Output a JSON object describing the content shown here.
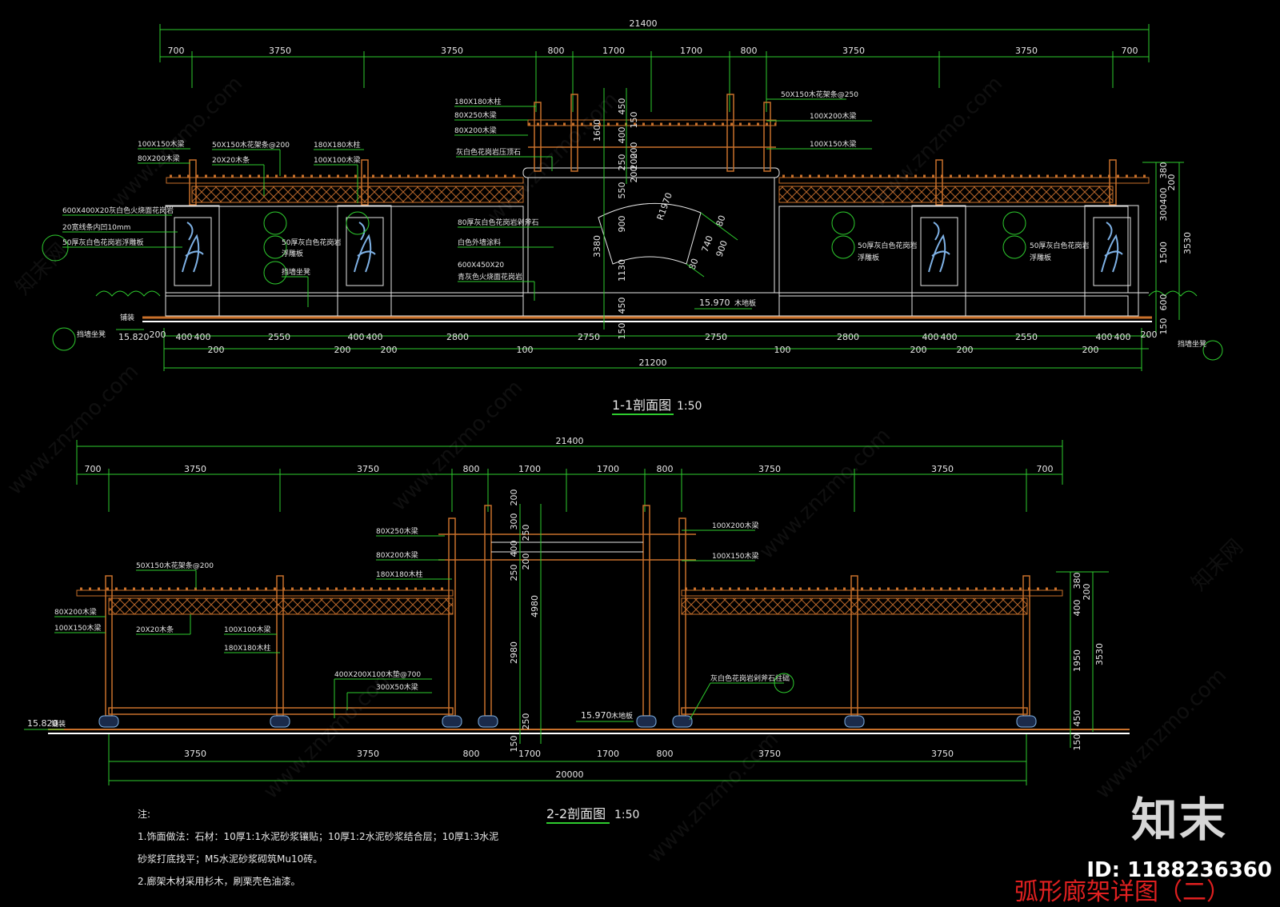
{
  "section1": {
    "title": "1-1剖面图",
    "scale": "1:50",
    "overall_top": "21400",
    "top_dims": [
      "700",
      "3750",
      "3750",
      "800",
      "1700",
      "1700",
      "800",
      "3750",
      "3750",
      "700"
    ],
    "bottom_dims": [
      "200",
      "400",
      "400",
      "2550",
      "400",
      "400",
      "2800",
      "2750",
      "2750",
      "2800",
      "400",
      "400",
      "2550",
      "400",
      "400",
      "200"
    ],
    "bottom_dims2": [
      "200",
      "200",
      "200",
      "100",
      "100",
      "200",
      "200",
      "200"
    ],
    "overall_bottom": "21200",
    "right_dims": [
      "380",
      "400",
      "300",
      "1500",
      "600",
      "200",
      "150"
    ],
    "right_total": "3530",
    "right_total2": "200",
    "center_v_dims": [
      "450",
      "150",
      "1600",
      "400",
      "250",
      "200",
      "550",
      "900",
      "3380",
      "1130",
      "450",
      "150"
    ],
    "center_v_dims2": [
      "150",
      "200",
      "200"
    ],
    "arch_dims": [
      "R1970",
      "80",
      "740",
      "900",
      "80"
    ],
    "elev_left": "15.820",
    "elev_center": "15.970",
    "floor_label": "木地板",
    "labels": {
      "l1": "100X150木梁",
      "l2": "80X200木梁",
      "l3": "50X150木花架条@200",
      "l4": "20X20木条",
      "l5": "180X180木柱",
      "l6": "100X100木梁",
      "l7": "600X400X20灰白色火烧面花岗岩",
      "l8": "20宽线条内凹10mm",
      "l9": "50厚灰白色花岗岩浮雕板",
      "l10": "50厚灰白色花岗岩",
      "l10b": "浮雕板",
      "l11": "挡墙坐凳",
      "l12": "180X180木柱",
      "l13": "80X250木梁",
      "l14": "80X200木梁",
      "l15": "灰白色花岗岩压顶石",
      "l16": "80厚灰白色花岗岩剁斧石",
      "l17": "白色外墙涂料",
      "l18": "600X450X20",
      "l18b": "青灰色火烧面花岗岩",
      "l19": "50X150木花架条@250",
      "l20": "100X200木梁",
      "l21": "100X150木梁",
      "l22": "50厚灰白色花岗岩",
      "l22b": "浮雕板",
      "l23": "50厚灰白色花岗岩",
      "l23b": "浮雕板",
      "l24": "挡墙坐凳",
      "l25": "铺装"
    }
  },
  "section2": {
    "title": "2-2剖面图",
    "scale": "1:50",
    "overall_top": "21400",
    "top_dims": [
      "700",
      "3750",
      "3750",
      "800",
      "1700",
      "1700",
      "800",
      "3750",
      "3750",
      "700"
    ],
    "bottom_dims": [
      "3750",
      "3750",
      "800",
      "1700",
      "1700",
      "800",
      "3750",
      "3750"
    ],
    "overall_bottom": "20000",
    "center_v_dims": [
      "200",
      "300",
      "250",
      "400",
      "200",
      "250",
      "4980",
      "2980",
      "250",
      "150"
    ],
    "right_dims": [
      "380",
      "400",
      "1950",
      "450",
      "150"
    ],
    "right_total": "3530",
    "right_total2": "200",
    "elev_left": "15.820",
    "elev_center": "15.970",
    "floor_label": "木地板",
    "pave_label": "铺装",
    "labels": {
      "a1": "50X150木花架条@200",
      "a2": "80X200木梁",
      "a3": "100X150木梁",
      "a4": "20X20木条",
      "a5": "100X100木梁",
      "a6": "180X180木柱",
      "a7": "400X200X100木垫@700",
      "a8": "300X50木梁",
      "a9": "80X250木梁",
      "a10": "80X200木梁",
      "a11": "180X180木柱",
      "a12": "100X200木梁",
      "a13": "100X150木梁",
      "a14": "灰白色花岗岩剁斧石柱础"
    }
  },
  "notes": {
    "heading": "注:",
    "line1": "1.饰面做法：石材：10厚1:1水泥砂浆镶贴；10厚1:2水泥砂浆结合层；10厚1:3水泥",
    "line2": "砂浆打底找平；M5水泥砂浆砌筑Mu10砖。",
    "line3": "2.廊架木材采用杉木，刷栗壳色油漆。"
  },
  "watermark": {
    "brand": "知末",
    "id": "ID: 1188236360",
    "site": "www.znzmo.com",
    "site_cn": "知末网"
  },
  "sheet_title": "弧形廊架详图（二）",
  "colors": {
    "background": "#000000",
    "dimension_line": "#2ecc2e",
    "wood": "#c8702a",
    "line_white": "#e6e6e6",
    "carving": "#7fb2e6",
    "sheet_title": "#e02020"
  }
}
